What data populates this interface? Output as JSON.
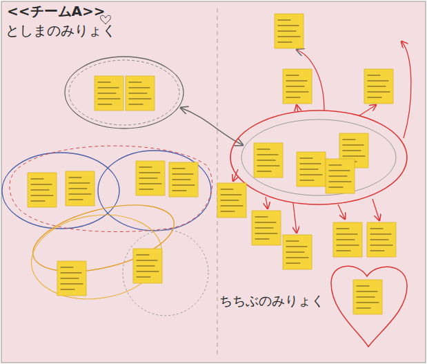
{
  "diagram": {
    "title": "<<チームA>>",
    "labels": [
      "としまのみりょく",
      "ちちぶのみりょく"
    ]
  }
}
